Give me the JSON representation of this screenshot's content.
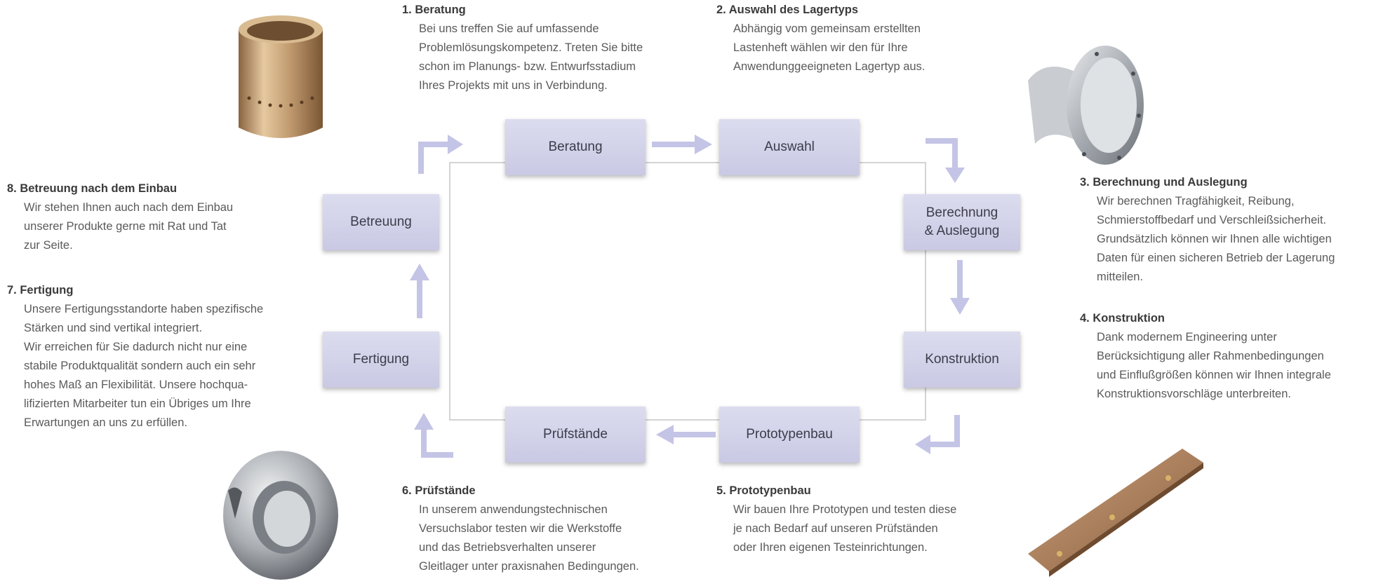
{
  "steps": [
    {
      "title": "1. Beratung",
      "text": "Bei uns treffen Sie auf umfassende\nProblemlösungskompetenz. Treten Sie bitte\nschon im Planungs- bzw. Entwurfsstadium\nIhres Projekts mit uns in Verbindung."
    },
    {
      "title": "2. Auswahl des Lagertyps",
      "text": "Abhängig vom gemeinsam erstellten\nLastenheft wählen wir den für Ihre\nAnwendunggeeigneten Lagertyp aus."
    },
    {
      "title": "3. Berechnung und Auslegung",
      "text": "Wir berechnen Tragfähigkeit, Reibung,\nSchmierstoffbedarf und Verschleißsicherheit.\nGrundsätzlich können wir Ihnen alle wichtigen\nDaten für einen sicheren Betrieb der Lagerung\nmitteilen."
    },
    {
      "title": "4. Konstruktion",
      "text": "Dank modernem Engineering unter\nBerücksichtigung aller Rahmenbedingungen\nund Einflußgrößen können wir Ihnen integrale\nKonstruktionsvorschläge unterbreiten."
    },
    {
      "title": "5. Prototypenbau",
      "text": "Wir bauen Ihre Prototypen und testen diese\nje nach Bedarf auf unseren Prüfständen\noder Ihren eigenen Testeinrichtungen."
    },
    {
      "title": "6. Prüfstände",
      "text": "In unserem anwendungstechnischen\nVersuchslabor testen wir die Werkstoffe\nund das Betriebsverhalten unserer\nGleitlager unter praxisnahen Bedingungen."
    },
    {
      "title": "7. Fertigung",
      "text": "Unsere Fertigungsstandorte haben spezifische\nStärken und sind vertikal integriert.\nWir erreichen für Sie dadurch nicht nur eine\nstabile Produktqualität sondern auch ein sehr\nhohes Maß an Flexibilität. Unsere hochqua-\nlifizierten Mitarbeiter tun ein Übriges um Ihre\nErwartungen an uns zu erfüllen."
    },
    {
      "title": "8. Betreuung nach dem Einbau",
      "text": "Wir stehen Ihnen auch nach dem Einbau\nunserer Produkte gerne mit Rat und Tat\nzur Seite."
    }
  ],
  "boxes": {
    "beratung": "Beratung",
    "auswahl": "Auswahl",
    "berechnung": "Berechnung\n& Auslegung",
    "konstruktion": "Konstruktion",
    "prototypenbau": "Prototypenbau",
    "pruefstaende": "Prüfstände",
    "fertigung": "Fertigung",
    "betreuung": "Betreuung"
  },
  "colors": {
    "box": "#d3d3ea",
    "arrow": "#c4c4e6",
    "frame": "#d4d4d4",
    "bronze": "#b8926a",
    "steel": "#b8bcc2"
  }
}
